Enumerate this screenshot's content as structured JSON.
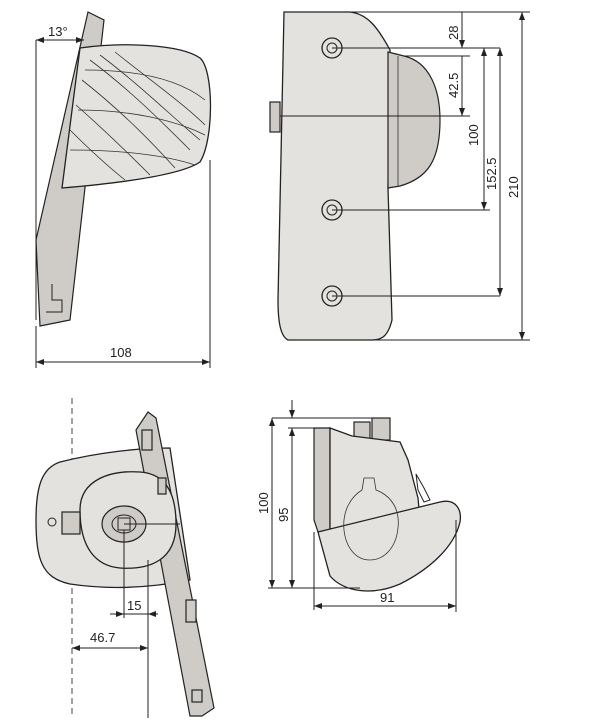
{
  "dimensions": {
    "angle": "13°",
    "width_108": "108",
    "d28": "28",
    "d42_5": "42.5",
    "d100_top": "100",
    "d152_5": "152.5",
    "d210": "210",
    "d15": "15",
    "d46_7": "46.7",
    "d100_side": "100",
    "d95": "95",
    "d91": "91"
  }
}
